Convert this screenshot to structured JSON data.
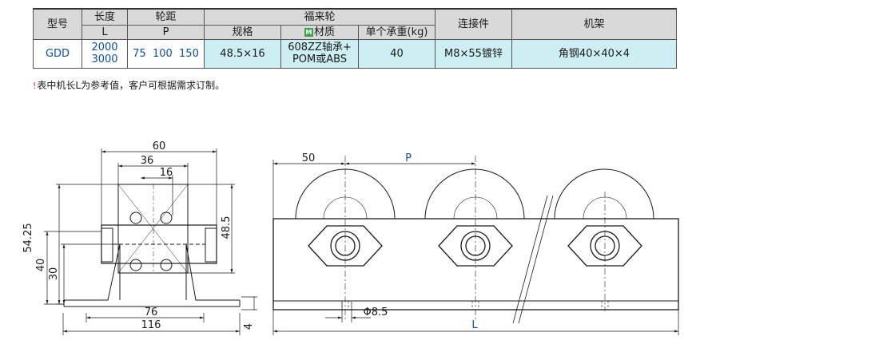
{
  "table": {
    "header": {
      "model": "型号",
      "length": "长度",
      "length_sub": "L",
      "pitch": "轮距",
      "pitch_sub": "P",
      "wheel": "福来轮",
      "wheel_spec": "规格",
      "wheel_material_badge": "M",
      "wheel_material": "材质",
      "wheel_load": "单个承重(kg)",
      "connector": "连接件",
      "frame": "机架"
    },
    "row": {
      "model": "GDD",
      "length_1": "2000",
      "length_2": "3000",
      "pitch": "75  100  150",
      "spec": "48.5×16",
      "material_1": "608ZZ轴承+",
      "material_2": "POM或ABS",
      "load": "40",
      "connector": "M8×55镀锌",
      "frame": "角钢40×40×4"
    }
  },
  "note": {
    "icon": "!",
    "text": "表中机长L为参考值，客户可根据需求订制。"
  },
  "drawing": {
    "dim_60": "60",
    "dim_36": "36",
    "dim_16": "16",
    "dim_54_25": "54.25",
    "dim_40": "40",
    "dim_30": "30",
    "dim_48_5": "48.5",
    "dim_76": "76",
    "dim_116": "116",
    "dim_4": "4",
    "dim_50": "50",
    "dim_P": "P",
    "dim_phi": "Φ8.5",
    "dim_L": "L"
  },
  "colors": {
    "cyan_cell": "#cdeef2",
    "header_gray": "#d9d9d9",
    "blue_text": "#0f4ea8",
    "warning_red": "#d23b2e"
  }
}
